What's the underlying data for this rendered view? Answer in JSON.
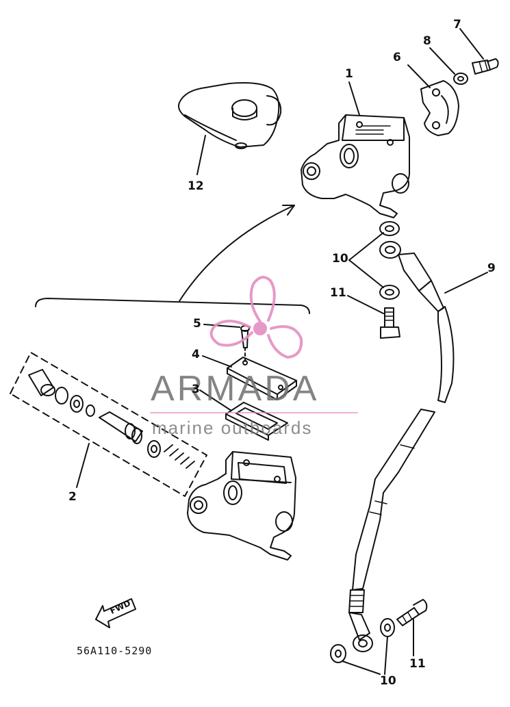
{
  "diagram": {
    "callouts": {
      "c1": "1",
      "c2": "2",
      "c3": "3",
      "c4": "4",
      "c5": "5",
      "c6": "6",
      "c7": "7",
      "c8": "8",
      "c9": "9",
      "c10a": "10",
      "c10b": "10",
      "c11a": "11",
      "c11b": "11",
      "c12": "12"
    },
    "fwd_label": "FWD",
    "doc_code": "56A110-5290"
  },
  "watermark": {
    "title": "ARMADA",
    "subtitle": "marine outboards",
    "accent_color": "#e48fc0",
    "text_color": "#6f6f6f"
  },
  "icons": {
    "logo": "propeller-logo-icon",
    "direction": "fwd-arrow-icon"
  }
}
